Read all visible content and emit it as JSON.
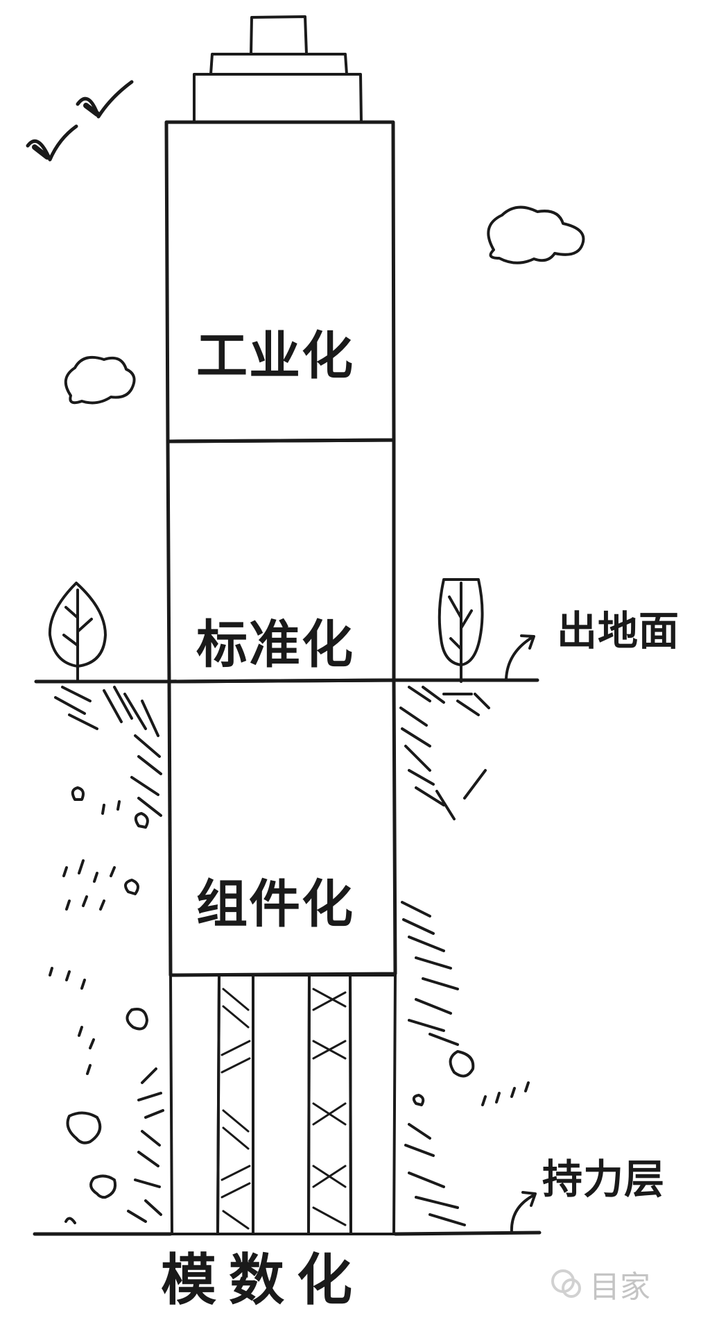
{
  "floors": {
    "top": "工业化",
    "middle": "标准化",
    "bottom": "组件化"
  },
  "base_label": "模数化",
  "ground_label": "出地面",
  "bearing_label": "持力层",
  "watermark": "目家",
  "colors": {
    "ink": "#1a1a1a",
    "background": "#ffffff",
    "watermark": "#888888"
  }
}
